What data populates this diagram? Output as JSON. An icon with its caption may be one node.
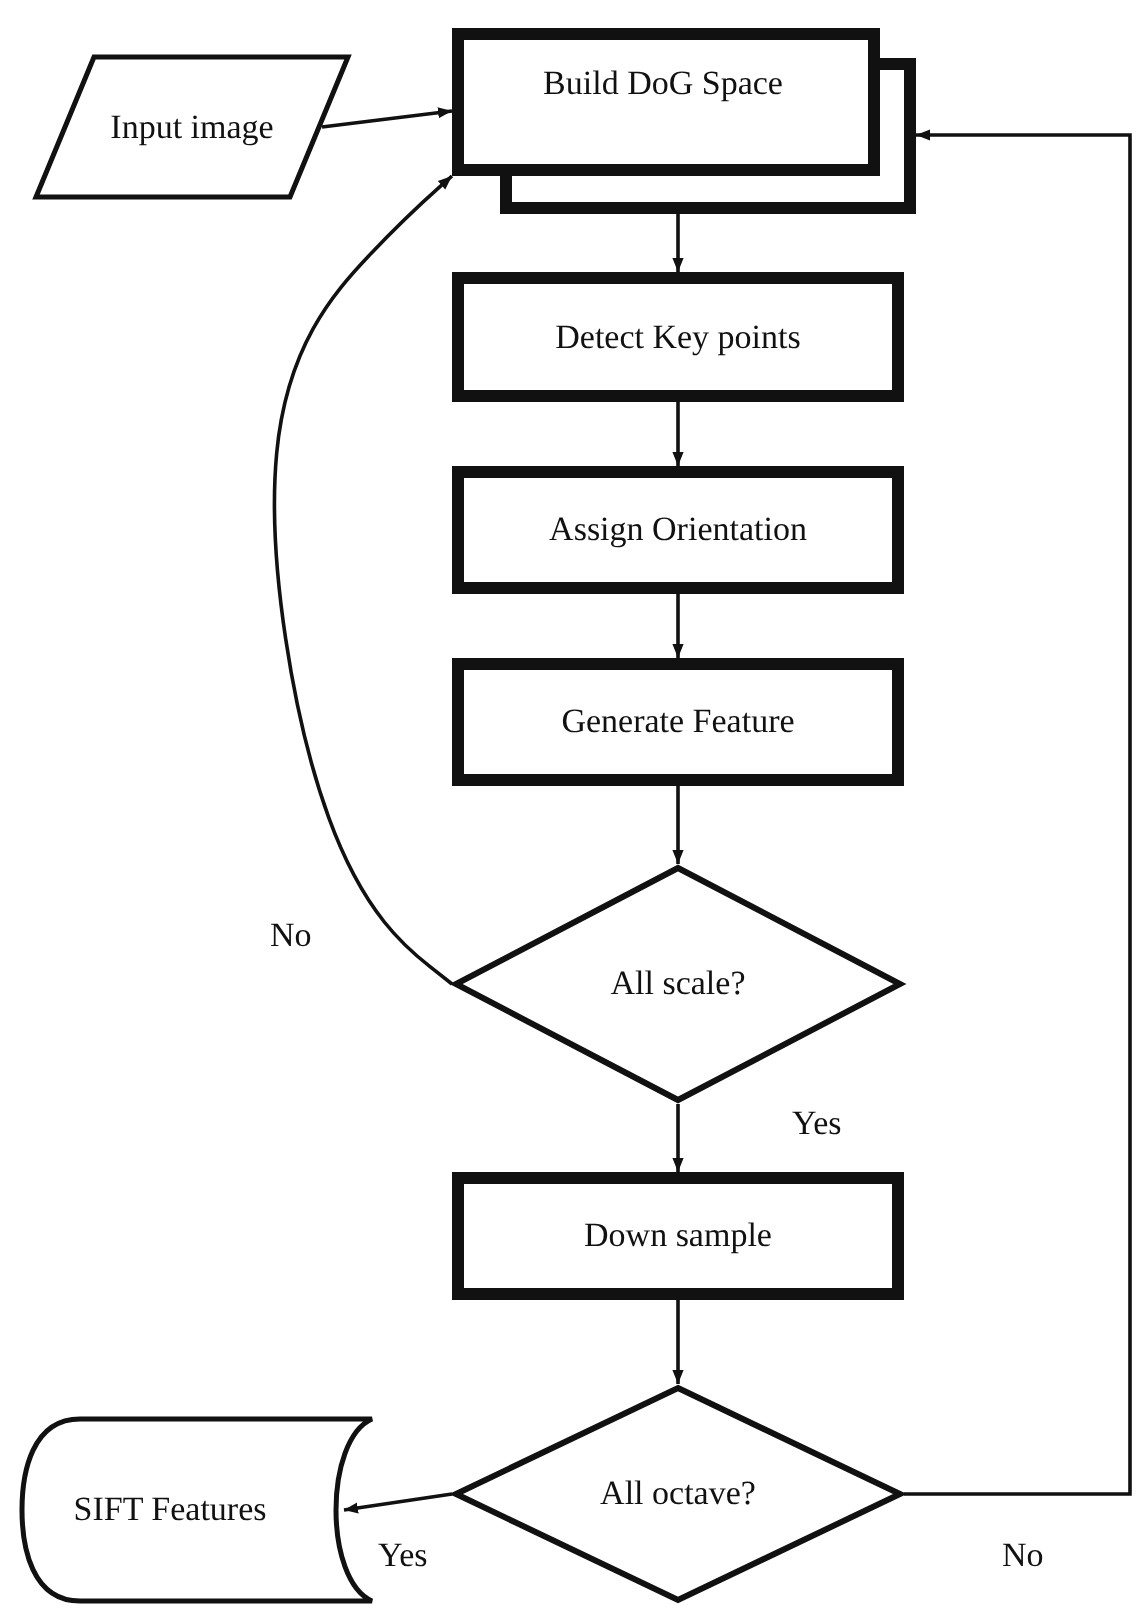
{
  "diagram": {
    "nodes": [
      {
        "text": [
          "Input image"
        ]
      },
      {
        "text": [
          "Build DoG Space"
        ]
      },
      {
        "text": [
          "Detect Key points"
        ]
      },
      {
        "text": [
          "Assign Orientation"
        ]
      },
      {
        "text": [
          "Generate Feature"
        ]
      },
      {
        "text": [
          "All scale?"
        ]
      },
      {
        "text": [
          "Down sample"
        ]
      },
      {
        "text": [
          "All octave?"
        ]
      },
      {
        "text": [
          "SIFT Features"
        ]
      }
    ],
    "edges": [
      {
        "from": 0,
        "to": 1,
        "arrow": "to"
      },
      {
        "from": 1,
        "to": 2,
        "arrow": "to"
      },
      {
        "from": 2,
        "to": 3,
        "arrow": "to"
      },
      {
        "from": 3,
        "to": 4,
        "arrow": "to"
      },
      {
        "from": 4,
        "to": 5,
        "arrow": "to"
      },
      {
        "from": 5,
        "to": 1,
        "arrow": "to",
        "label": "No"
      },
      {
        "from": 5,
        "to": 6,
        "arrow": "to",
        "label": "Yes"
      },
      {
        "from": 6,
        "to": 7,
        "arrow": "to"
      },
      {
        "from": 7,
        "to": 8,
        "arrow": "to",
        "label": "Yes"
      },
      {
        "from": 7,
        "to": 1,
        "arrow": "to",
        "label": "No"
      }
    ]
  }
}
